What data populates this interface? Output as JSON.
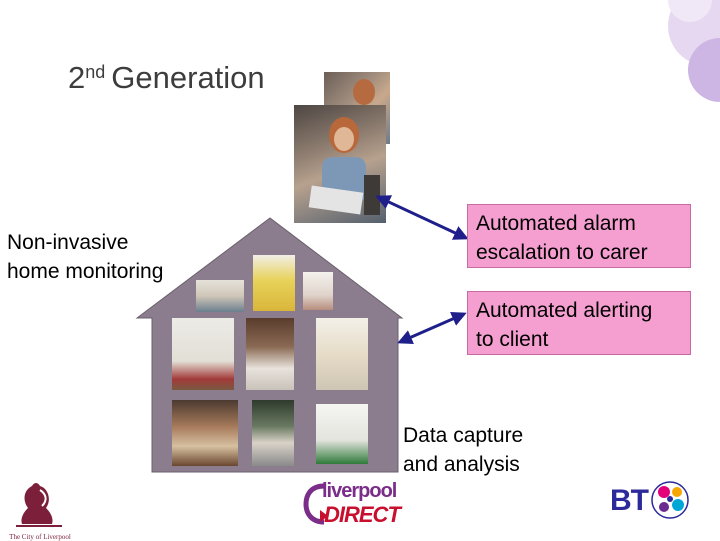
{
  "slide": {
    "title_number": "2",
    "title_sup": "nd",
    "title_text": "Generation",
    "left_label_line1": "Non-invasive",
    "left_label_line2": "home monitoring",
    "box1_line1": "Automated alarm",
    "box1_line2": "escalation to carer",
    "box2_line1": "Automated alerting",
    "box2_line2": "to client",
    "capture_line1": "Data capture",
    "capture_line2": "and analysis"
  },
  "logos": {
    "city_text": "The City of Liverpool",
    "liverpool_text_top": "liverpool",
    "liverpool_text_bottom": "DIRECT",
    "bt_text": "BT"
  },
  "colors": {
    "pink_box": "#f59fd0",
    "house": "#8c7d8e",
    "arrow": "#1f1f8c",
    "corner": "#d7c6ea",
    "bt_blue": "#2c2a9b",
    "lp_purple": "#7b2d8a",
    "lp_red": "#c8102e"
  }
}
